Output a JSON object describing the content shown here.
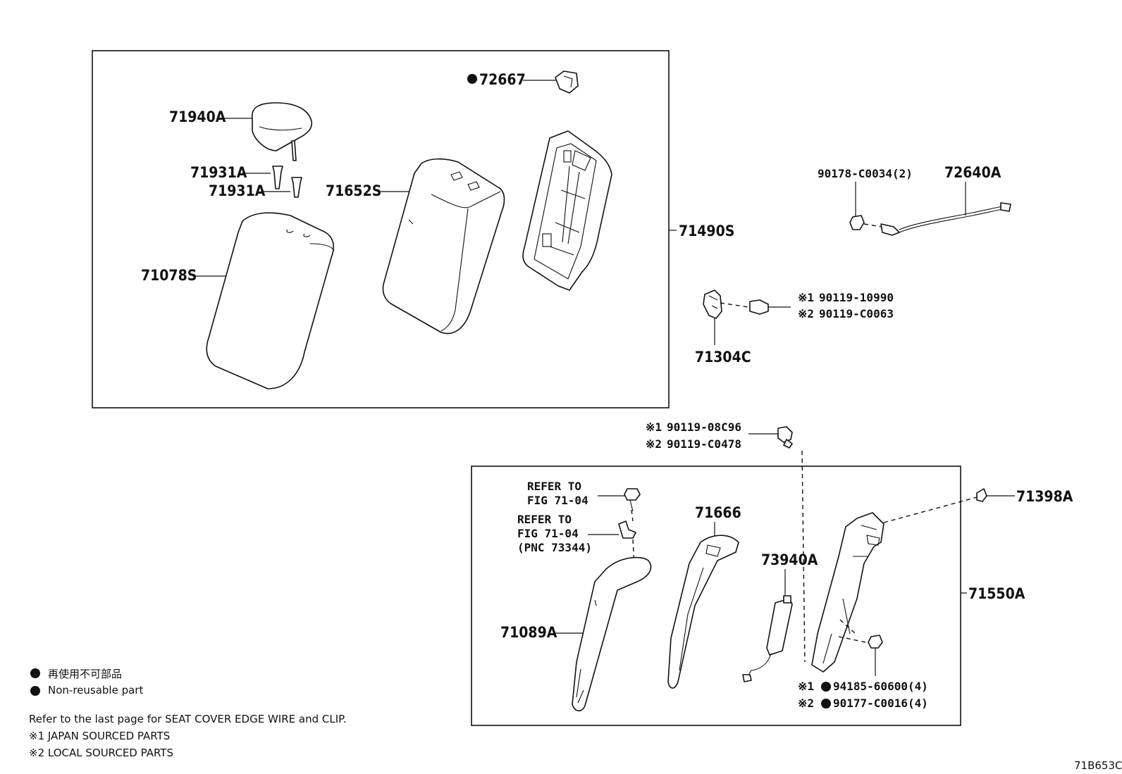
{
  "labels": {
    "p72667": "72667",
    "p71940a": "71940A",
    "p71931a_1": "71931A",
    "p71931a_2": "71931A",
    "p71652s": "71652S",
    "p71078s": "71078S",
    "p71490s": "71490S",
    "p90178": "90178-C0034(2)",
    "p72640a": "72640A",
    "p90119_10990": "90119-10990",
    "p90119_c0063": "90119-C0063",
    "p71304c": "71304C",
    "p90119_08c96": "90119-08C96",
    "p90119_c0478": "90119-C0478",
    "p71398a": "71398A",
    "p71666": "71666",
    "p73940a": "73940A",
    "p71550a": "71550A",
    "p71089a": "71089A",
    "p94185": "94185-60600(4)",
    "p90177": "90177-C0016(4)",
    "ref1_line1": "REFER TO",
    "ref1_line2": "FIG 71-04",
    "ref2_line1": "REFER TO",
    "ref2_line2": "FIG 71-04",
    "ref2_line3": "(PNC 73344)",
    "mark1": "※1",
    "mark2": "※2"
  },
  "legend": {
    "jp": "再使用不可部品",
    "en": "Non-reusable part",
    "note": "Refer to the last page for SEAT COVER EDGE WIRE and CLIP.",
    "note1": "※1 JAPAN SOURCED PARTS",
    "note2": "※2 LOCAL SOURCED PARTS"
  },
  "figure_id": "71B653C"
}
